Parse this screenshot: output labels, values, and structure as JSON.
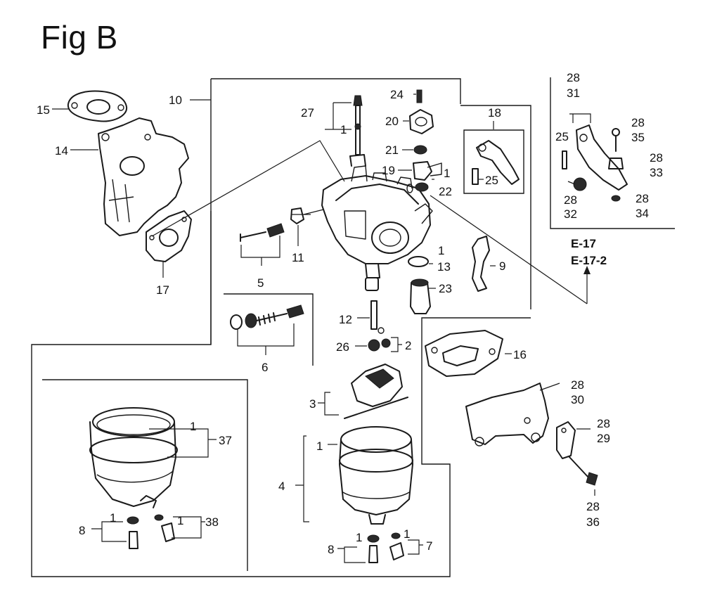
{
  "title": "Fig B",
  "callouts": {
    "c1a": "1",
    "c1b": "1",
    "c1c": "1",
    "c1d": "1",
    "c1e": "1",
    "c1f": "1",
    "c1g": "1",
    "c1h": "1",
    "c1i": "1",
    "c2": "2",
    "c3": "3",
    "c4": "4",
    "c5": "5",
    "c6": "6",
    "c7": "7",
    "c8a": "8",
    "c8b": "8",
    "c9": "9",
    "c10": "10",
    "c11": "11",
    "c12": "12",
    "c13": "13",
    "c14": "14",
    "c15": "15",
    "c16": "16",
    "c17": "17",
    "c18": "18",
    "c19": "19",
    "c20": "20",
    "c21": "21",
    "c22": "22",
    "c23": "23",
    "c24": "24",
    "c25a": "25",
    "c25b": "25",
    "c26": "26",
    "c27": "27",
    "c37": "37",
    "c38": "38",
    "p28a": "28",
    "p31": "31",
    "p28b": "28",
    "p35": "35",
    "p28c": "28",
    "p33": "33",
    "p28d": "28",
    "p32": "32",
    "p28e": "28",
    "p34": "34",
    "p28f": "28",
    "p30": "30",
    "p28g": "28",
    "p29": "29",
    "p28h": "28",
    "p36": "36"
  },
  "references": {
    "ref1": "E-17",
    "ref2": "E-17-2"
  }
}
